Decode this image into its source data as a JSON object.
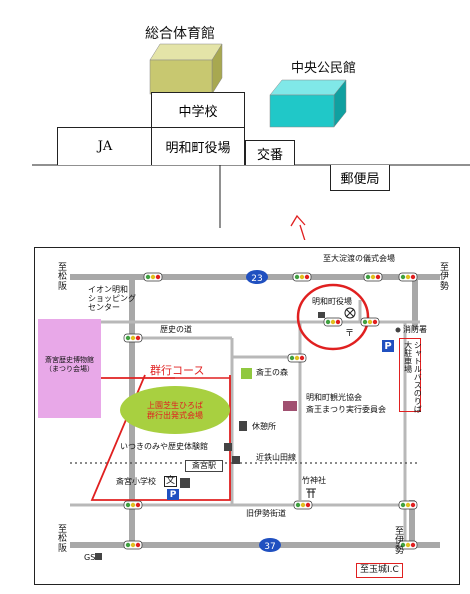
{
  "top_map": {
    "buildings": {
      "gym": "総合体育館",
      "community_hall": "中央公民館",
      "junior_high": "中学校",
      "ja": "JA",
      "town_hall": "明和町役場",
      "police_box": "交番",
      "post_office": "郵便局"
    }
  },
  "bottom_map": {
    "directions": {
      "to_matsusaka_top": "至\n松\n阪",
      "to_matsusaka_bottom": "至\n松\n阪",
      "to_ise_top": "至\n伊\n勢",
      "to_ise_bottom": "至\n伊\n勢",
      "to_oyodo": "至大淀渡の儀式会場",
      "to_tamaki_ic": "至玉城I.C"
    },
    "routes": {
      "route_23": "23",
      "route_37": "37"
    },
    "places": {
      "aeon": "イオン明和\nショッピング\nセンター",
      "rekishi_road": "歴史の道",
      "town_hall": "明和町役場",
      "fire_station": "消防署",
      "shuttle_bus": "シャトルバスのりば\n大駐車場",
      "museum": "斎宮歴史博物館\n（まつり会場）",
      "parade_course": "群行コース",
      "venue": "上園芝生ひろば\n群行出発式会場",
      "saio_forest": "斎王の森",
      "tourism_assoc": "明和町観光協会\n斎王まつり実行委員会",
      "rest_area": "休憩所",
      "itsukinomiya": "いつきのみや歴史体験館",
      "saiku_station": "斎宮駅",
      "kintetsu_line": "近鉄山田線",
      "take_shrine": "竹神社",
      "saiku_elementary": "斎宮小学校",
      "old_ise_road": "旧伊勢街道",
      "gas_station": "GS",
      "shrine_mark": "〒",
      "school_mark": "文",
      "parking_mark": "P"
    }
  },
  "colors": {
    "gym_cube": "#c8c870",
    "hall_cube": "#20c8c8",
    "museum_box": "#e8a8e8",
    "venue_ellipse": "#a8d040",
    "parade_red": "#e02020",
    "forest_green": "#90c840",
    "assoc_box": "#a05070",
    "road_gray": "#a0a0a0",
    "parking_blue": "#2050c0"
  }
}
